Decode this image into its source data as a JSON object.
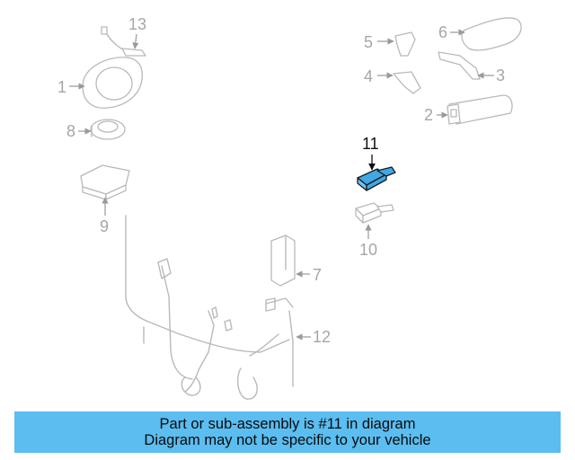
{
  "diagram": {
    "callouts": {
      "c1": "1",
      "c2": "2",
      "c3": "3",
      "c4": "4",
      "c5": "5",
      "c6": "6",
      "c7": "7",
      "c8": "8",
      "c9": "9",
      "c10": "10",
      "c11": "11",
      "c12": "12",
      "c13": "13"
    },
    "highlighted_part": "11",
    "colors": {
      "highlight": "#3fa9e6",
      "line": "#b9b9b9",
      "banner": "#5bbdf0"
    }
  },
  "banner": {
    "line1": "Part or sub-assembly is #11 in diagram",
    "line2": "Diagram may not be specific to your vehicle"
  }
}
